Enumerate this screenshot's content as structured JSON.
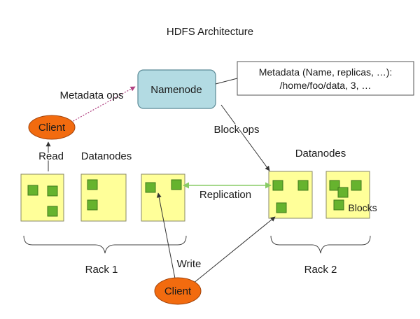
{
  "title": "HDFS Architecture",
  "namenode": {
    "label": "Namenode",
    "fill": "#b3dbe3",
    "stroke": "#5a8a96"
  },
  "metadata": {
    "line1": "Metadata (Name, replicas, …):",
    "line2": "/home/foo/data, 3, …"
  },
  "clients": [
    {
      "label": "Client",
      "fill": "#f26b0f"
    },
    {
      "label": "Client",
      "fill": "#f26b0f"
    }
  ],
  "edge_labels": {
    "metadata_ops": "Metadata ops",
    "block_ops": "Block ops",
    "read": "Read",
    "write": "Write",
    "replication": "Replication"
  },
  "datanodes_labels": [
    "Datanodes",
    "Datanodes"
  ],
  "blocks_label": "Blocks",
  "racks": [
    "Rack 1",
    "Rack 2"
  ],
  "colors": {
    "datanode_fill": "#ffff99",
    "datanode_stroke": "#8a8a66",
    "block_fill": "#66b32e",
    "block_stroke": "#3d7a1a",
    "replication_line": "#88cc66",
    "metadata_ops_line": "#b04080"
  }
}
